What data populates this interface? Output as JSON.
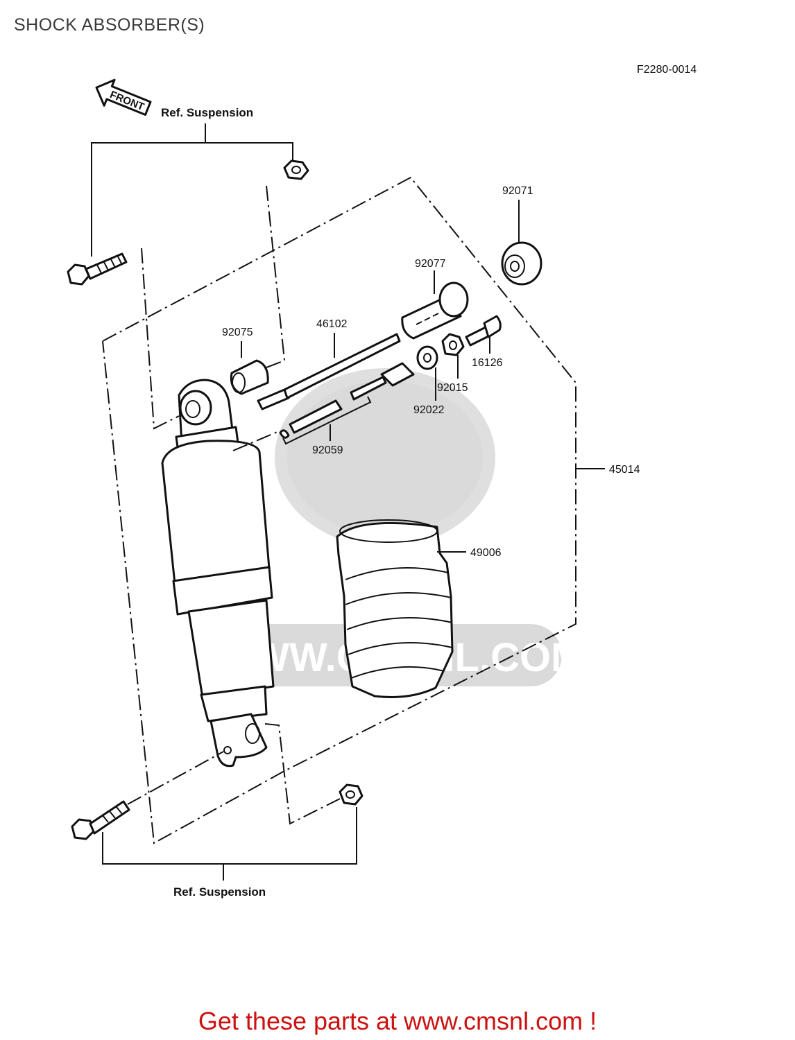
{
  "page": {
    "title": "SHOCK ABSORBER(S)",
    "footer": "Get these parts at www.cmsnl.com !"
  },
  "diagram": {
    "figure_id": "F2280-0014",
    "front_arrow": "FRONT",
    "ref_top": "Ref. Suspension",
    "ref_bottom": "Ref. Suspension",
    "callouts": {
      "p92071": "92071",
      "p92077": "92077",
      "p46102": "46102",
      "p92075": "92075",
      "p16126": "16126",
      "p92015": "92015",
      "p92022": "92022",
      "p92059": "92059",
      "p45014": "45014",
      "p49006": "49006"
    },
    "watermark_text": "WWW.CMSNL.COM"
  }
}
